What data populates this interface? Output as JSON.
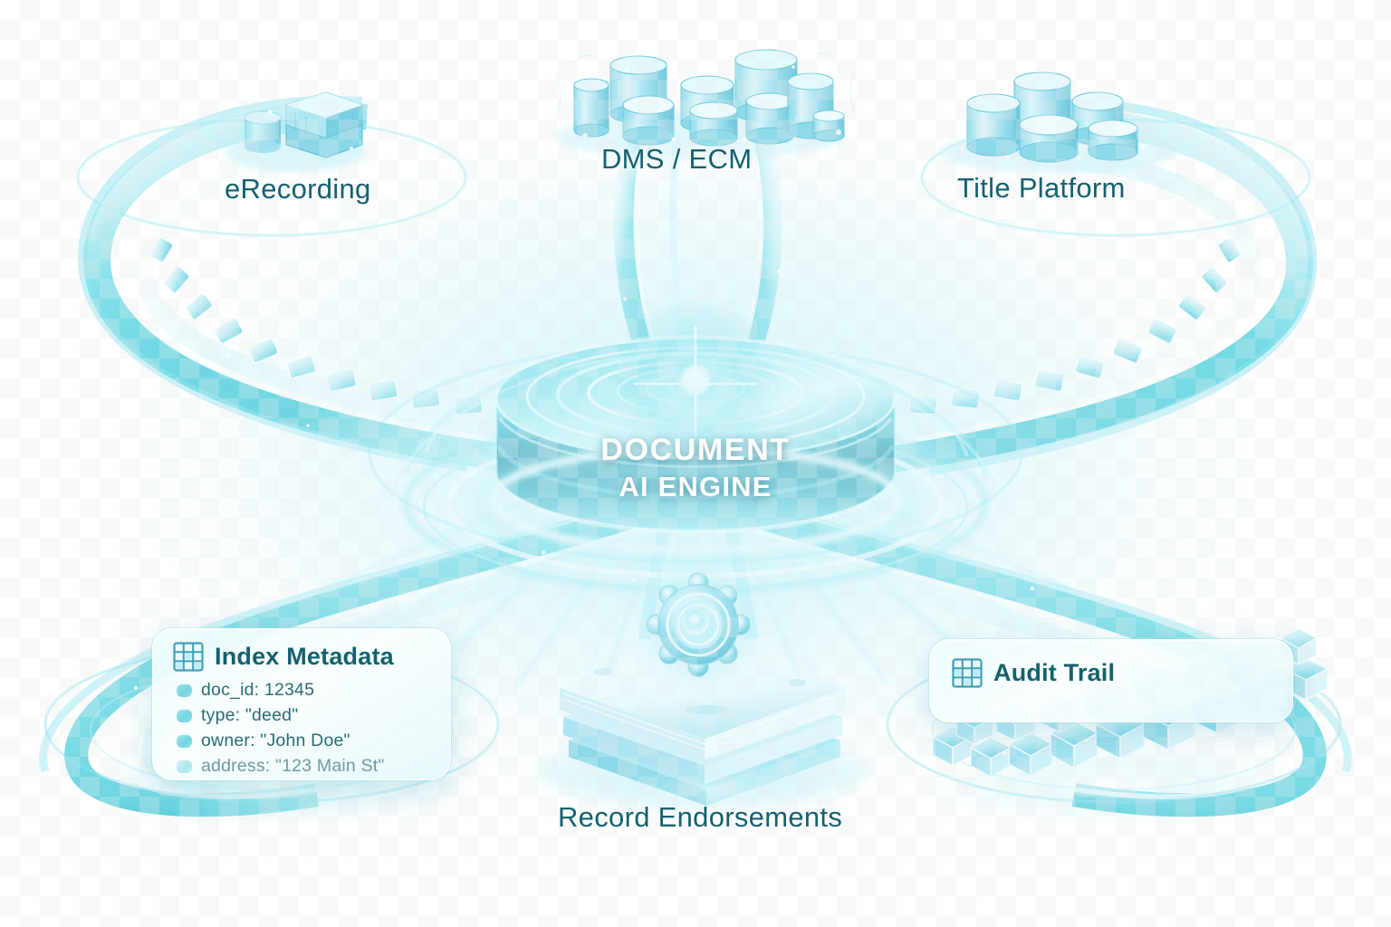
{
  "scene": {
    "title": "Document AI Engine data flow diagram",
    "background_color": "#ffffff",
    "accent_color": "#3fc8d6",
    "deep_accent_color": "#14616f",
    "glow_color": "#a8f2fb"
  },
  "center": {
    "name": "document-ai-engine",
    "line1": "DOCUMENT",
    "line2": "AI ENGINE",
    "text_color": "#ffffff",
    "shape": "glowing-cylindrical-dais"
  },
  "sources": [
    {
      "id": "erecording",
      "label": "eRecording",
      "icon": "database-stack-icon",
      "position": "top-left"
    },
    {
      "id": "dms-ecm",
      "label": "DMS / ECM",
      "icon": "database-cluster-icon",
      "position": "top-center"
    },
    {
      "id": "title-platform",
      "label": "Title Platform",
      "icon": "database-cluster-icon",
      "position": "top-right"
    }
  ],
  "outputs": {
    "index_metadata": {
      "id": "index-metadata",
      "icon": "table-grid-icon",
      "title": "Index Metadata",
      "fields": [
        {
          "text": "doc_id: 12345",
          "dim": false
        },
        {
          "text": "type: \"deed\"",
          "dim": false
        },
        {
          "text": "owner: \"John Doe\"",
          "dim": false
        },
        {
          "text": "address: \"123 Main St\"",
          "dim": true
        }
      ]
    },
    "record_endorsements": {
      "id": "record-endorsements",
      "label": "Record Endorsements",
      "icon": "document-stack-with-gear-seal-icon"
    },
    "audit_trail": {
      "id": "audit-trail",
      "icon": "table-grid-icon",
      "title": "Audit Trail",
      "visual": "blockchain-cube-chain"
    }
  }
}
